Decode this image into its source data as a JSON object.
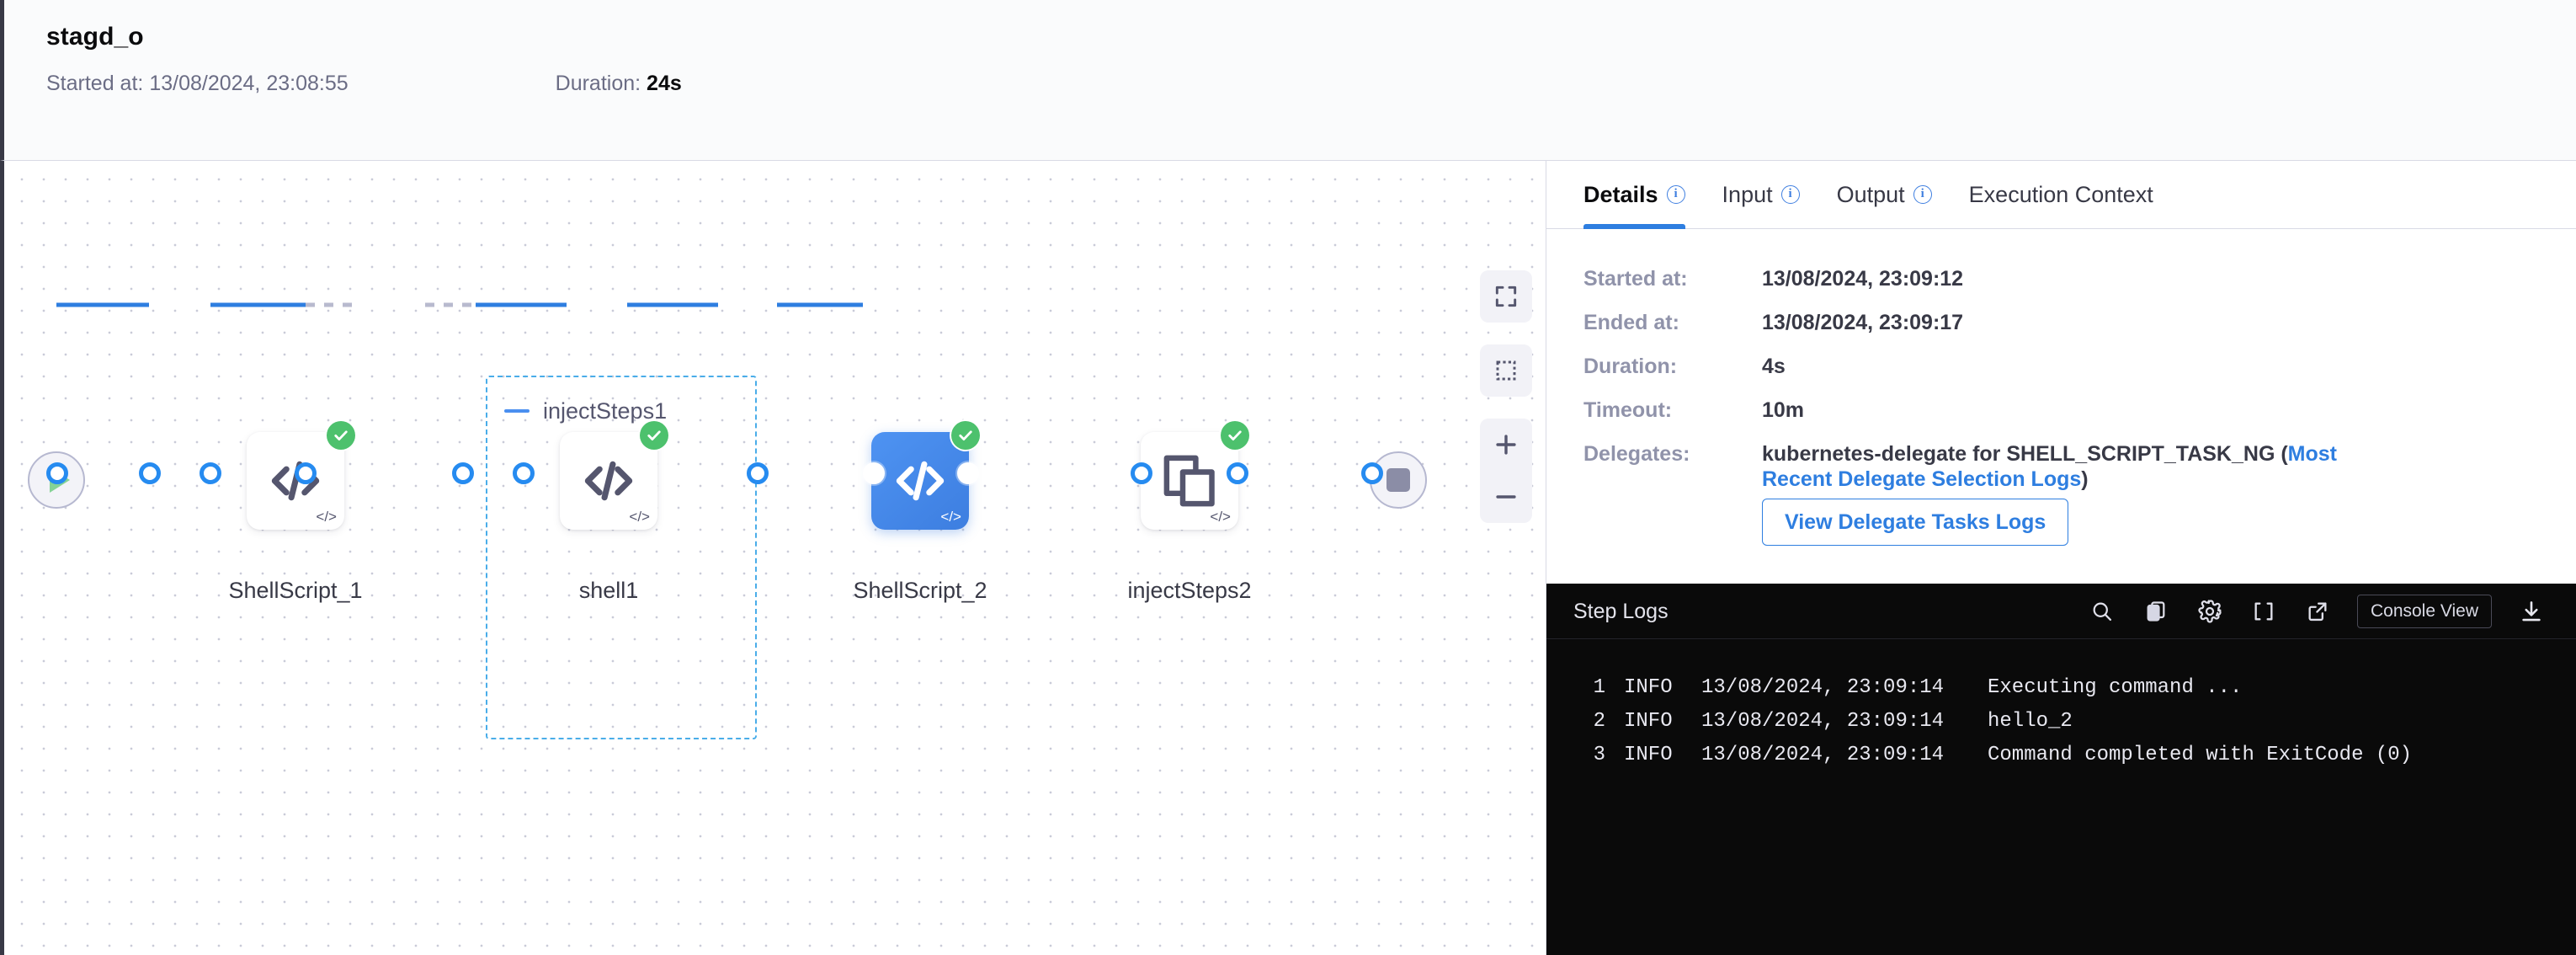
{
  "header": {
    "title": "stagd_o",
    "started_label": "Started at:",
    "started_value": "13/08/2024, 23:08:55",
    "duration_label": "Duration:",
    "duration_value": "24s"
  },
  "canvas": {
    "group": {
      "label": "injectSteps1",
      "collapse_icon": "minus-icon"
    },
    "start_node": {
      "name": "start-node",
      "icon": "play-icon"
    },
    "end_node": {
      "name": "end-node",
      "icon": "stop-icon"
    },
    "nodes": [
      {
        "label": "ShellScript_1",
        "icon": "code-icon",
        "status": "success",
        "selected": false,
        "corner": "</>"
      },
      {
        "label": "shell1",
        "icon": "code-icon",
        "status": "success",
        "selected": false,
        "corner": "</>"
      },
      {
        "label": "ShellScript_2",
        "icon": "code-icon",
        "status": "success",
        "selected": true,
        "corner": "</>"
      },
      {
        "label": "injectSteps2",
        "icon": "stack-icon",
        "status": "success",
        "selected": false,
        "corner": "</>"
      }
    ],
    "toolbar": [
      {
        "name": "fit-to-screen-button",
        "icon": "fullscreen-icon"
      },
      {
        "name": "selection-box-button",
        "icon": "dashed-square-icon"
      },
      {
        "name": "zoom-in-button",
        "icon": "plus-icon"
      },
      {
        "name": "zoom-out-button",
        "icon": "minus-icon"
      }
    ],
    "colors": {
      "selected_node": "#4a8ff0",
      "edge": "#2e7ee0",
      "success_badge": "#4dc16d",
      "group_border": "#4aade9"
    }
  },
  "tabs": [
    {
      "label": "Details",
      "has_info": true,
      "active": true
    },
    {
      "label": "Input",
      "has_info": true,
      "active": false
    },
    {
      "label": "Output",
      "has_info": true,
      "active": false
    },
    {
      "label": "Execution Context",
      "has_info": false,
      "active": false
    }
  ],
  "details": {
    "rows": [
      {
        "key": "Started at:",
        "value": "13/08/2024, 23:09:12"
      },
      {
        "key": "Ended at:",
        "value": "13/08/2024, 23:09:17"
      },
      {
        "key": "Duration:",
        "value": "4s"
      },
      {
        "key": "Timeout:",
        "value": "10m"
      }
    ],
    "delegates_label": "Delegates:",
    "delegates_text": "kubernetes-delegate for SHELL_SCRIPT_TASK_NG (",
    "delegates_link": "Most Recent Delegate Selection Logs",
    "delegates_text_end": ")",
    "view_logs_button": "View Delegate Tasks Logs"
  },
  "logs": {
    "title": "Step Logs",
    "actions": [
      {
        "name": "search-icon"
      },
      {
        "name": "copy-icon"
      },
      {
        "name": "gear-icon"
      },
      {
        "name": "fullscreen-icon"
      },
      {
        "name": "external-link-icon"
      }
    ],
    "console_view_label": "Console View",
    "download_icon": "download-icon",
    "lines": [
      {
        "no": "1",
        "level": "INFO",
        "time": "13/08/2024, 23:09:14",
        "msg": "Executing command ..."
      },
      {
        "no": "2",
        "level": "INFO",
        "time": "13/08/2024, 23:09:14",
        "msg": "hello_2"
      },
      {
        "no": "3",
        "level": "INFO",
        "time": "13/08/2024, 23:09:14",
        "msg": "Command completed with ExitCode (0)"
      }
    ]
  }
}
